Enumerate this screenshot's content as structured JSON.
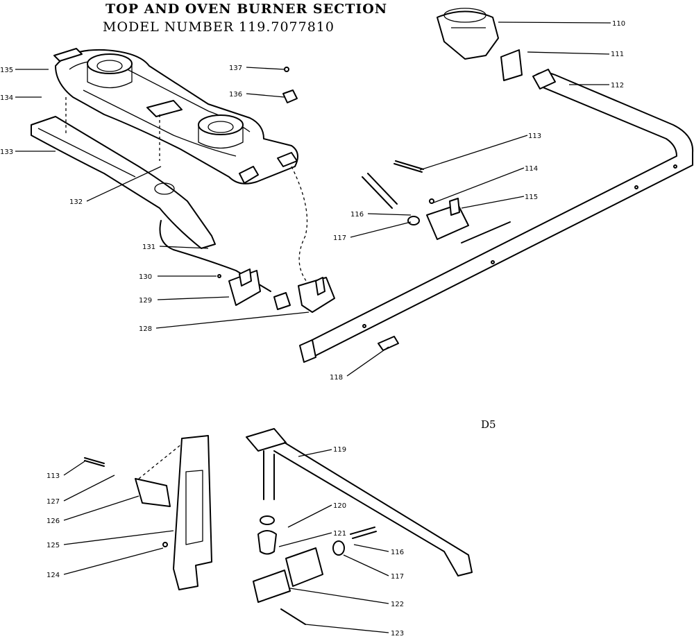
{
  "header": {
    "title": "TOP AND OVEN BURNER SECTION",
    "subtitle": "MODEL NUMBER 119.7077810"
  },
  "diagram_code": "D5",
  "callouts": {
    "c110": "110",
    "c111": "111",
    "c112": "112",
    "c113a": "113",
    "c114": "114",
    "c115": "115",
    "c116a": "116",
    "c117a": "117",
    "c118": "118",
    "c128": "128",
    "c129": "129",
    "c130": "130",
    "c131": "131",
    "c132": "132",
    "c133": "133",
    "c134": "134",
    "c135": "135",
    "c136": "136",
    "c137": "137",
    "c119": "119",
    "c120": "120",
    "c121": "121",
    "c116b": "116",
    "c117b": "117",
    "c122": "122",
    "c123": "123",
    "c113b": "113",
    "c127": "127",
    "c126": "126",
    "c125": "125",
    "c124": "124"
  }
}
